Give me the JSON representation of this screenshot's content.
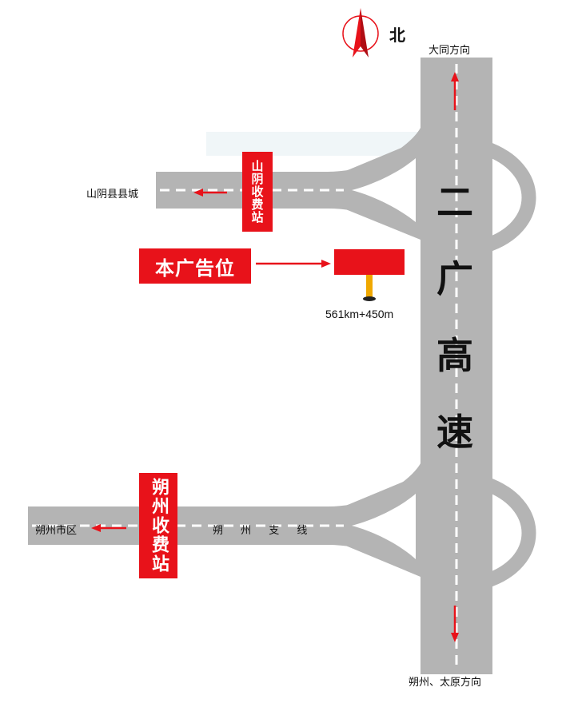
{
  "north": {
    "label": "北"
  },
  "highway": {
    "name_chars": [
      "二",
      "广",
      "高",
      "速"
    ]
  },
  "directions": {
    "north": "大同方向",
    "south": "朔州、太原方向"
  },
  "destinations": {
    "shanyin": "山阴县县城",
    "shuozhou": "朔州市区"
  },
  "branch_road": {
    "label": "朔 州 支 线"
  },
  "toll_stations": {
    "shanyin": "山阴收费站",
    "shuozhou": "朔州收费站"
  },
  "billboard": {
    "label": "本广告位",
    "km_marker": "561km+450m"
  },
  "colors": {
    "road": "#b4b4b4",
    "accent_red": "#e8121a",
    "lane_line": "#ffffff",
    "pole": "#f0a800",
    "north_ring": "#e8121a"
  }
}
